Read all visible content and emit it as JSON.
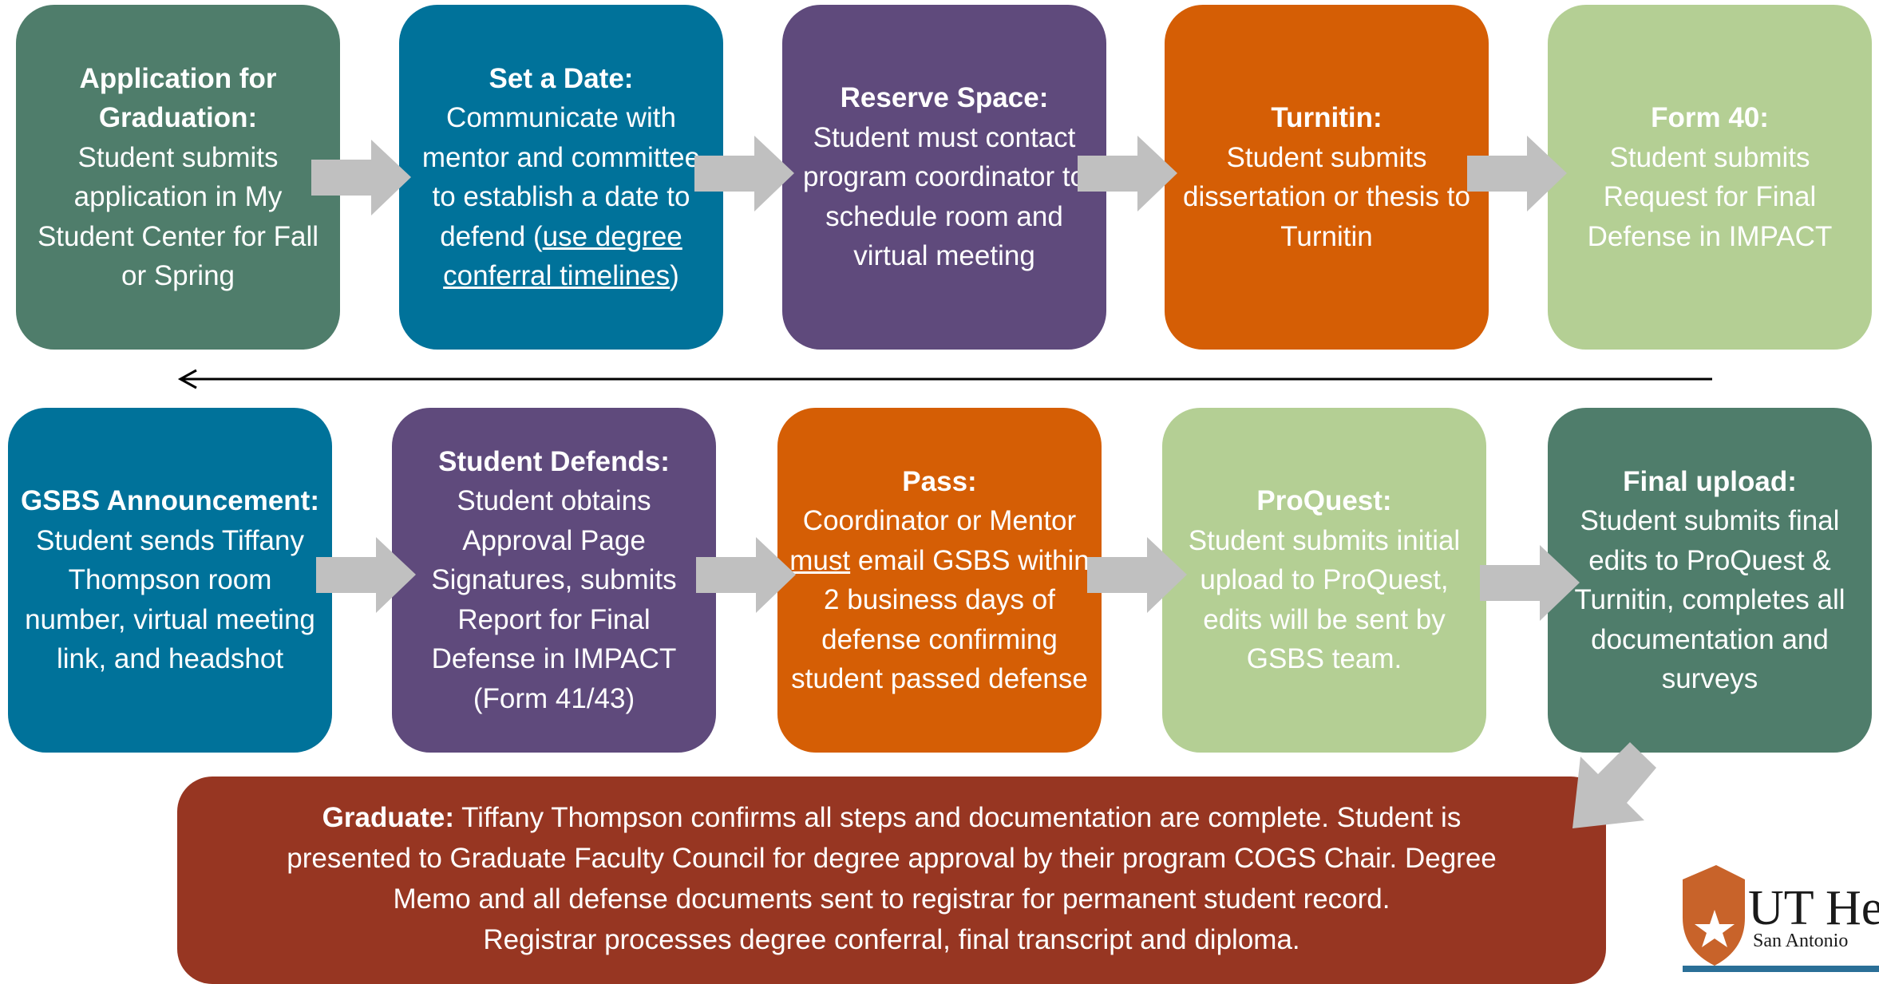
{
  "steps_row1": [
    {
      "id": "application",
      "title": "Application for Graduation:",
      "text": "Student submits application in My Student Center for Fall or Spring",
      "color": "#4f7d6b"
    },
    {
      "id": "set-date",
      "title": "Set a Date:",
      "text_pre": "Communicate with mentor and committee to establish a date to defend (",
      "link_text": "use degree conferral timelines",
      "text_post": ")",
      "color": "#00729a"
    },
    {
      "id": "reserve-space",
      "title": "Reserve Space:",
      "text": "Student must contact program coordinator to schedule room and virtual meeting",
      "color": "#5f4a7c"
    },
    {
      "id": "turnitin",
      "title": "Turnitin:",
      "text": "Student submits dissertation or thesis to Turnitin",
      "color": "#d55e05"
    },
    {
      "id": "form40",
      "title": "Form 40:",
      "text": "Student submits Request for Final Defense in IMPACT",
      "color": "#b4cf94"
    }
  ],
  "steps_row2": [
    {
      "id": "announcement",
      "title": "GSBS Announcement:",
      "text": "Student sends Tiffany Thompson room number, virtual meeting link, and headshot",
      "color": "#00729a"
    },
    {
      "id": "defends",
      "title": "Student Defends:",
      "text": "Student obtains Approval Page Signatures, submits Report for Final Defense in IMPACT (Form 41/43)",
      "color": "#5f4a7c"
    },
    {
      "id": "pass",
      "title": "Pass:",
      "text_pre": "Coordinator or Mentor ",
      "emph": "must",
      "text_post": " email GSBS within 2 business days of defense confirming student passed defense",
      "color": "#d55e05"
    },
    {
      "id": "proquest",
      "title": "ProQuest:",
      "text": "Student submits initial upload to ProQuest, edits will be sent by GSBS team.",
      "color": "#b4cf94"
    },
    {
      "id": "final-upload",
      "title": "Final upload:",
      "text": "Student submits final edits to ProQuest & Turnitin, completes all documentation and surveys",
      "color": "#4f7d6b"
    }
  ],
  "graduate": {
    "title": "Graduate:",
    "line1": " Tiffany Thompson confirms all steps and documentation are complete. Student is",
    "line2": "presented to Graduate Faculty Council for degree approval by their program COGS Chair. Degree",
    "line3": "Memo and all defense documents sent to registrar for permanent student record.",
    "line4": "Registrar processes degree conferral, final transcript and diploma.",
    "color": "#973622"
  },
  "logo": {
    "text": "UT Hea",
    "subtext": "San Antonio",
    "color": "#c8632a"
  },
  "colors": {
    "arrow": "#c0c0c0",
    "return_line": "#000000"
  }
}
